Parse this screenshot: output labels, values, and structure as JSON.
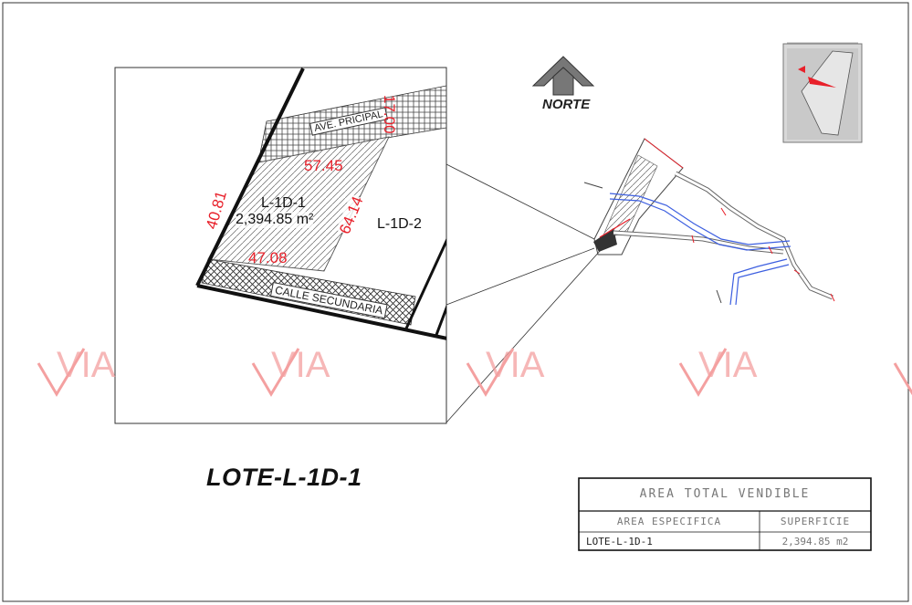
{
  "plan": {
    "title": "LOTE-L-1D-1",
    "north_label": "NORTE",
    "watermark_text": "VIA",
    "colors": {
      "dimension_red": "#e8202a",
      "watermark": "#f4a0a0",
      "river_blue": "#3d5fe0"
    }
  },
  "detail": {
    "lot_name": "L-1D-1",
    "lot_area": "2,394.85 m²",
    "adjacent_lot": "L-1D-2",
    "street_top": "AVE. PRICIPAL",
    "street_bottom": "CALLE SECUNDARIA",
    "dim_left": "40.81",
    "dim_top": "57.45",
    "dim_right": "64.14",
    "dim_bottom": "47.08",
    "dim_street": "17.00"
  },
  "area_table": {
    "title": "AREA TOTAL VENDIBLE",
    "col_area": "AREA ESPECIFICA",
    "col_surface": "SUPERFICIE",
    "row_lot": "LOTE-L-1D-1",
    "row_surface": "2,394.85 m2"
  }
}
